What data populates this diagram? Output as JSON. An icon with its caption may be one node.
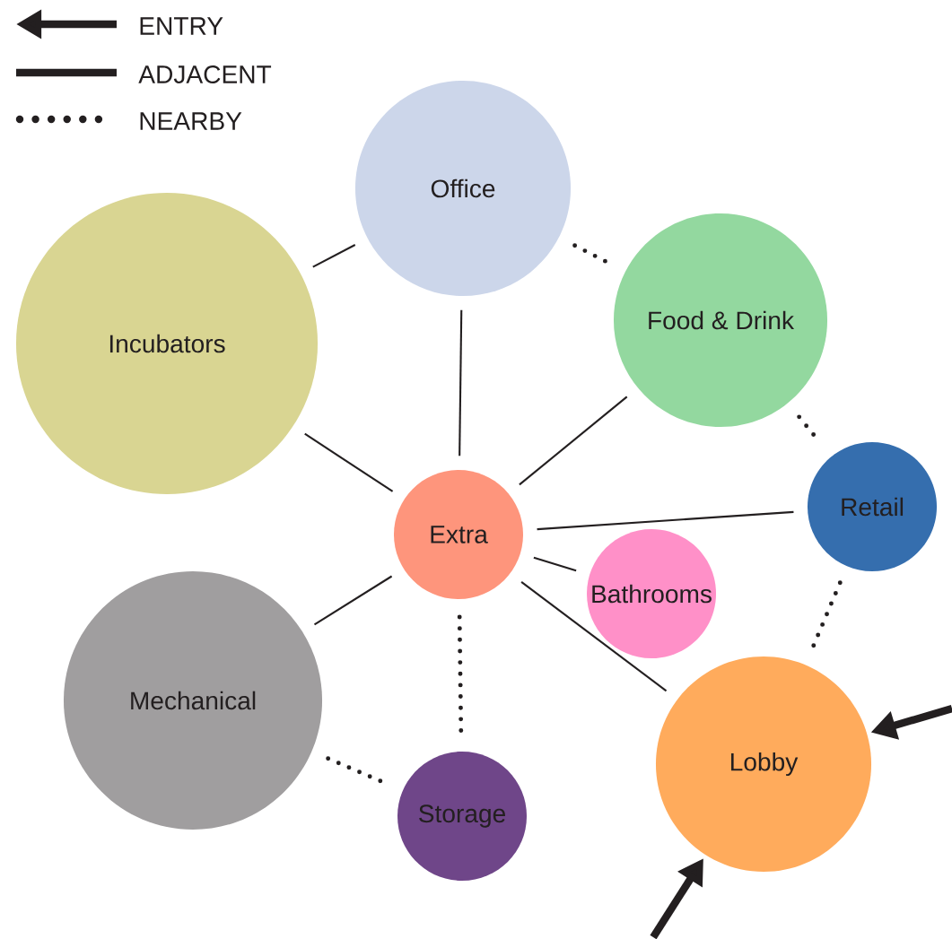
{
  "diagram": {
    "nodes": [
      {
        "text": [
          "Office"
        ]
      },
      {
        "text": [
          "Incubators"
        ]
      },
      {
        "text": [
          "Food & Drink"
        ]
      },
      {
        "text": [
          "Extra"
        ]
      },
      {
        "text": [
          "Retail"
        ]
      },
      {
        "text": [
          "Bathrooms"
        ]
      },
      {
        "text": [
          "Mechanical"
        ]
      },
      {
        "text": [
          "Lobby"
        ]
      },
      {
        "text": [
          "Storage"
        ]
      }
    ],
    "edges": [
      {
        "from": 0,
        "to": 1,
        "arrow": "none"
      },
      {
        "from": 0,
        "to": 2,
        "arrow": "none",
        "style": "dashed"
      },
      {
        "from": 0,
        "to": 3,
        "arrow": "none"
      },
      {
        "from": 3,
        "to": 1,
        "arrow": "none"
      },
      {
        "from": 3,
        "to": 2,
        "arrow": "none"
      },
      {
        "from": 2,
        "to": 4,
        "arrow": "none",
        "style": "dashed"
      },
      {
        "from": 3,
        "to": 4,
        "arrow": "none"
      },
      {
        "from": 3,
        "to": 5,
        "arrow": "none"
      },
      {
        "from": 3,
        "to": 6,
        "arrow": "none"
      },
      {
        "from": 3,
        "to": 7,
        "arrow": "none"
      },
      {
        "from": 4,
        "to": 7,
        "arrow": "none",
        "style": "dashed"
      },
      {
        "from": 3,
        "to": 8,
        "arrow": "none",
        "style": "dashed"
      },
      {
        "from": 6,
        "to": 8,
        "arrow": "none",
        "style": "dashed"
      },
      {
        "from": null,
        "to": 7,
        "arrow": "to",
        "style": "thick"
      },
      {
        "from": null,
        "to": 7,
        "arrow": "to",
        "style": "thick"
      }
    ],
    "legend": [
      {
        "text": "ENTRY"
      },
      {
        "text": "ADJACENT"
      },
      {
        "text": "NEARBY"
      }
    ]
  }
}
